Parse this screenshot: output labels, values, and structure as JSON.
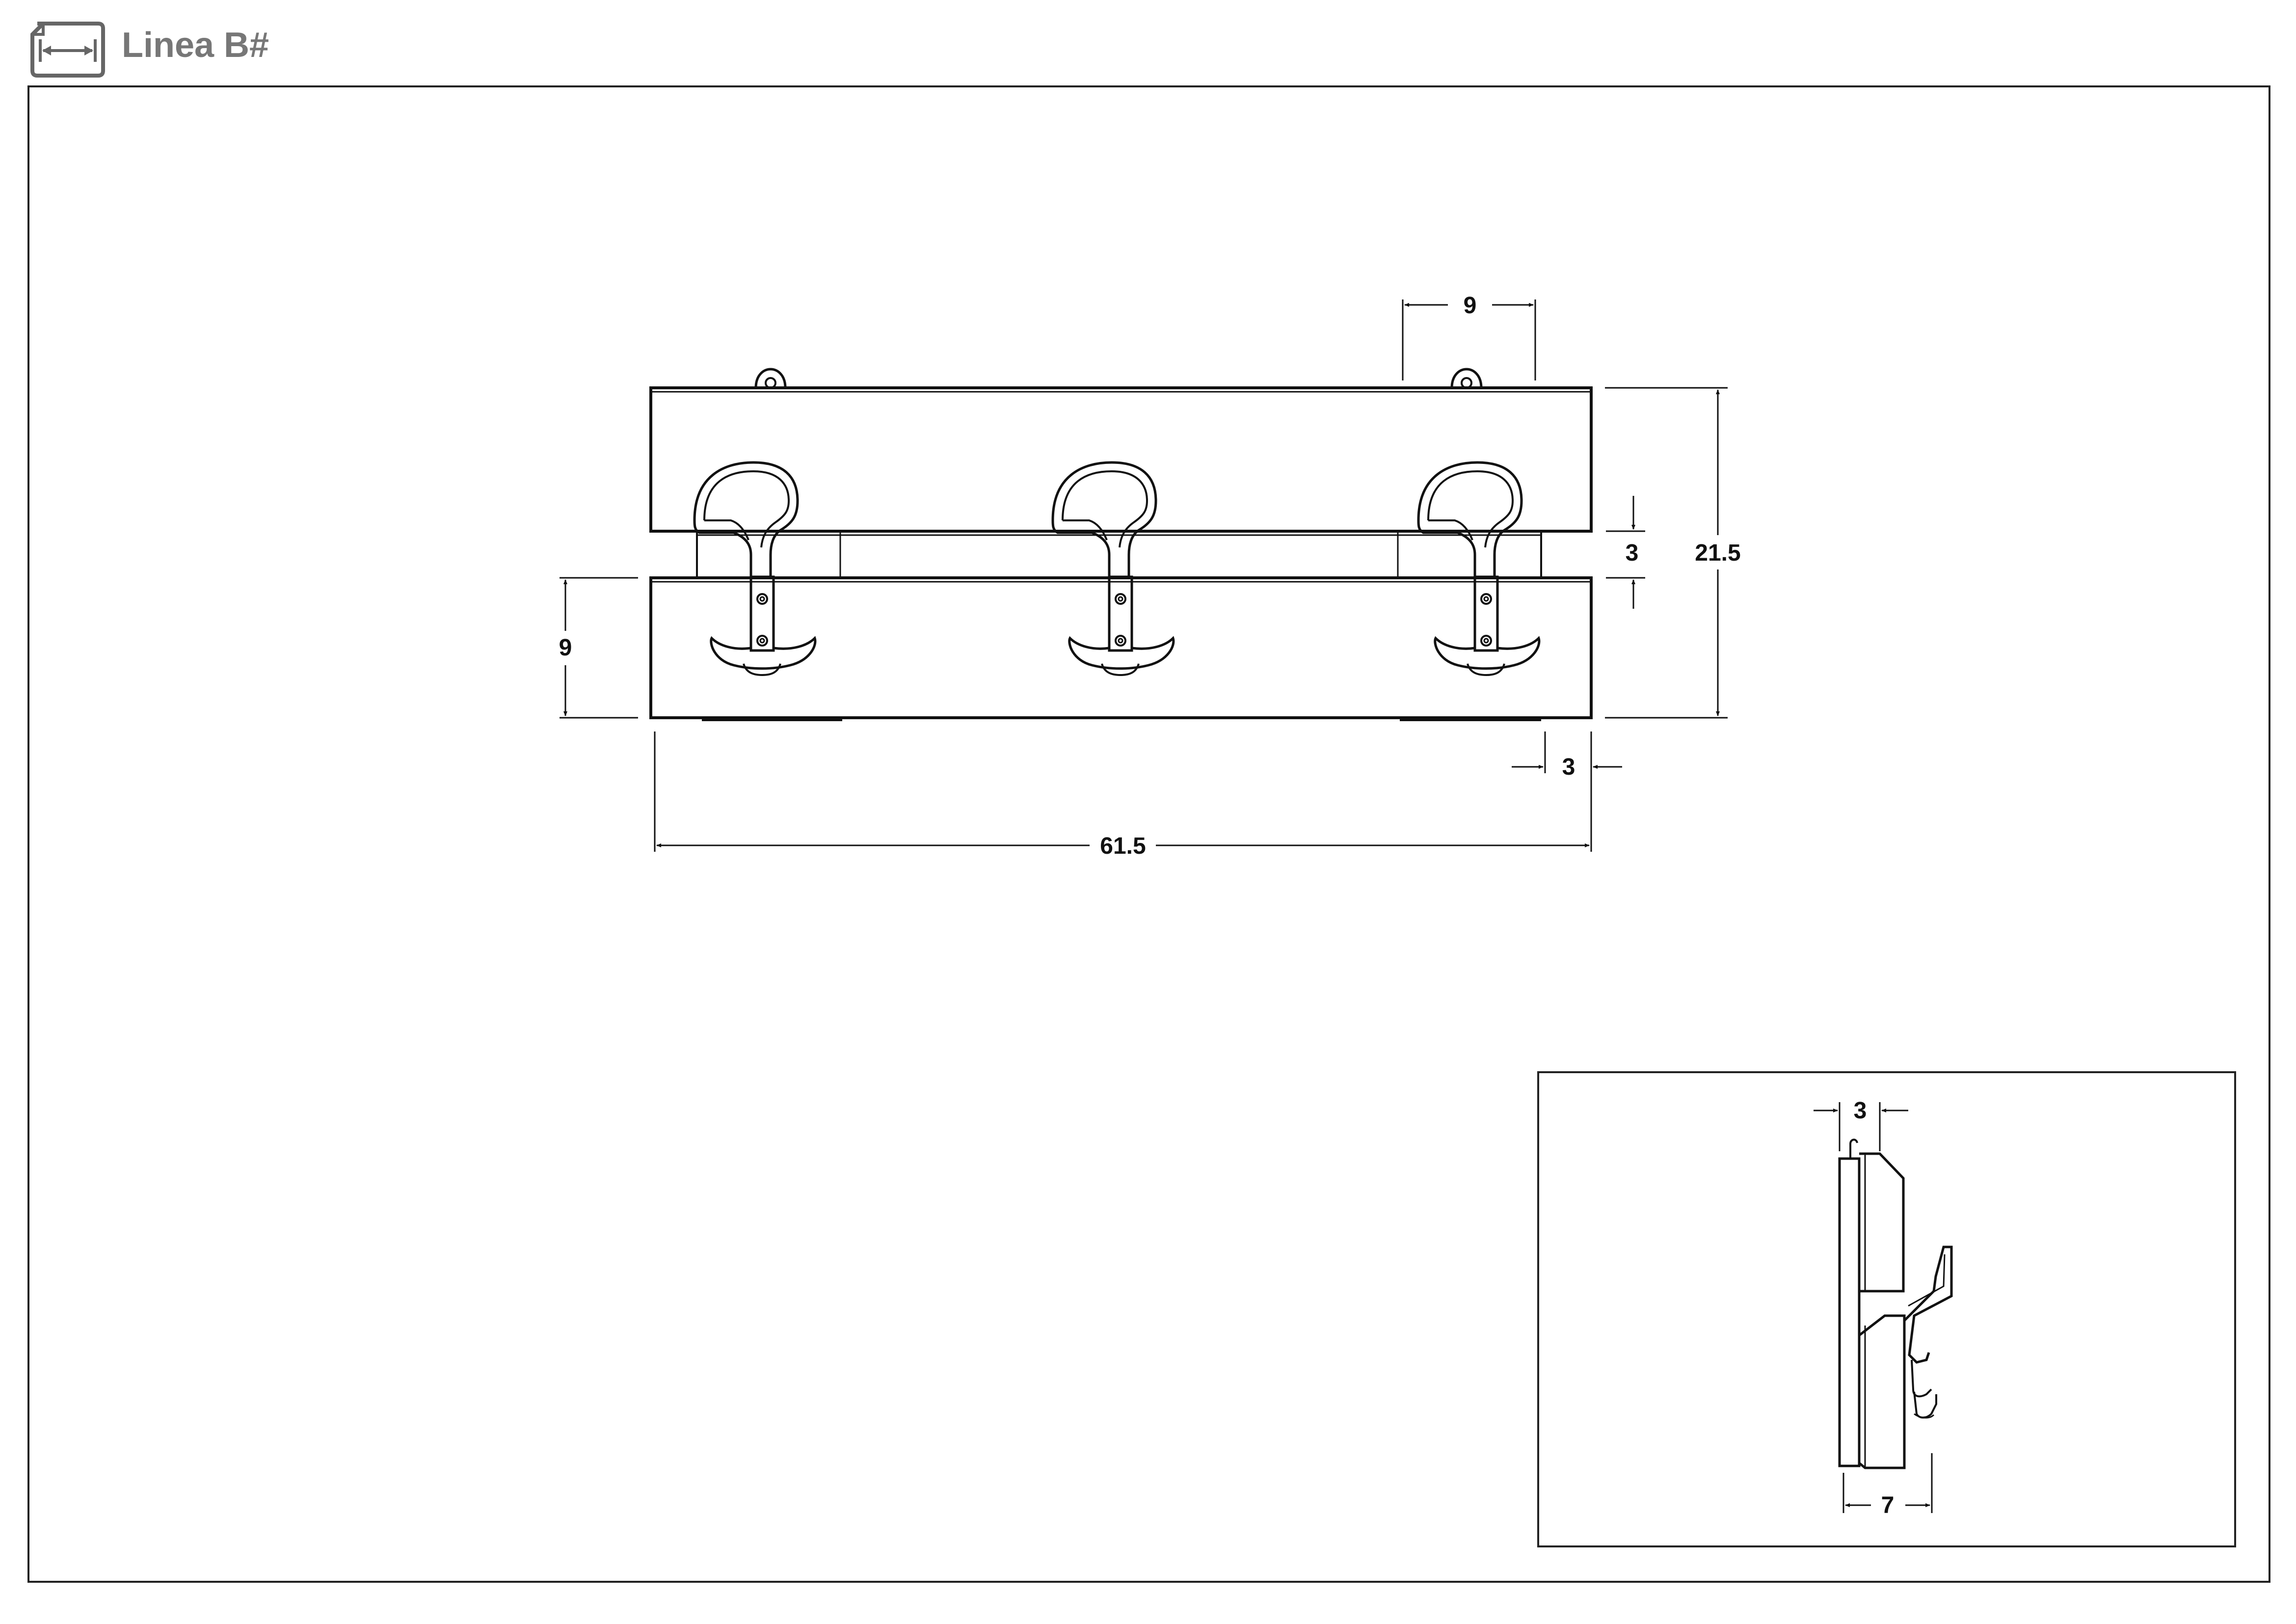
{
  "header": {
    "title": "Linea B#",
    "icon": "dimension-icon"
  },
  "front_view": {
    "dimensions": {
      "hook_spacing": "9",
      "board_gap": "3",
      "total_height": "21.5",
      "lower_board_height": "9",
      "side_offset": "3",
      "total_width": "61.5"
    }
  },
  "side_view": {
    "dimensions": {
      "board_depth": "3",
      "total_depth": "7"
    }
  }
}
